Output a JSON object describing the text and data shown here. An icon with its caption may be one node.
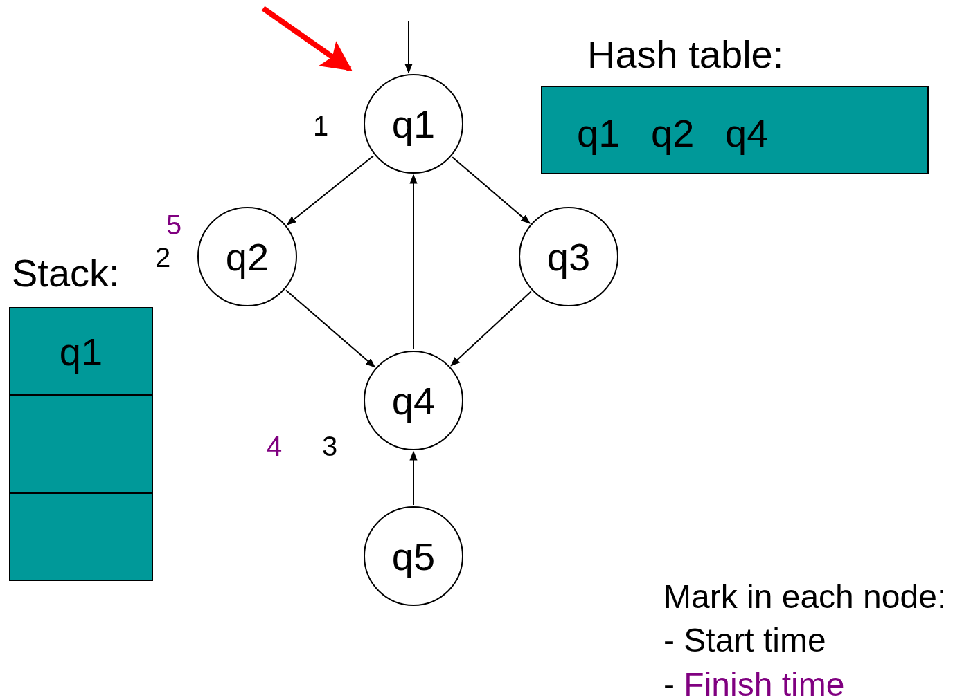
{
  "diagram": {
    "nodes": [
      {
        "text": [
          "q1"
        ],
        "beside": [
          "1"
        ]
      },
      {
        "text": [
          "q2"
        ],
        "beside": [
          "5",
          "2"
        ]
      },
      {
        "text": [
          "q3"
        ]
      },
      {
        "text": [
          "q4"
        ],
        "beside": [
          "4",
          "3"
        ]
      },
      {
        "text": [
          "q5"
        ]
      },
      {
        "text": [
          "Hash table:",
          "q1",
          "q2",
          "q4"
        ]
      },
      {
        "text": [
          "Stack:"
        ]
      },
      {
        "text": [
          "q1"
        ],
        "in": 6
      },
      {
        "text": [],
        "shape": "box",
        "in": 6
      },
      {
        "text": [],
        "shape": "box",
        "in": 6
      }
    ],
    "edges": [
      {
        "from": null,
        "to": 0,
        "arrow": "to"
      },
      {
        "from": null,
        "to": 0,
        "arrow": "to",
        "style": "thick",
        "color": "#ff0000"
      },
      {
        "from": 0,
        "to": 1,
        "arrow": "to"
      },
      {
        "from": 0,
        "to": 2,
        "arrow": "to"
      },
      {
        "from": 1,
        "to": 3,
        "arrow": "to"
      },
      {
        "from": 2,
        "to": 3,
        "arrow": "to"
      },
      {
        "from": 3,
        "to": 0,
        "arrow": "to"
      },
      {
        "from": 4,
        "to": 3,
        "arrow": "to"
      }
    ],
    "labels": [
      "Mark in each node:",
      "- Start time",
      "- Finish time"
    ]
  }
}
